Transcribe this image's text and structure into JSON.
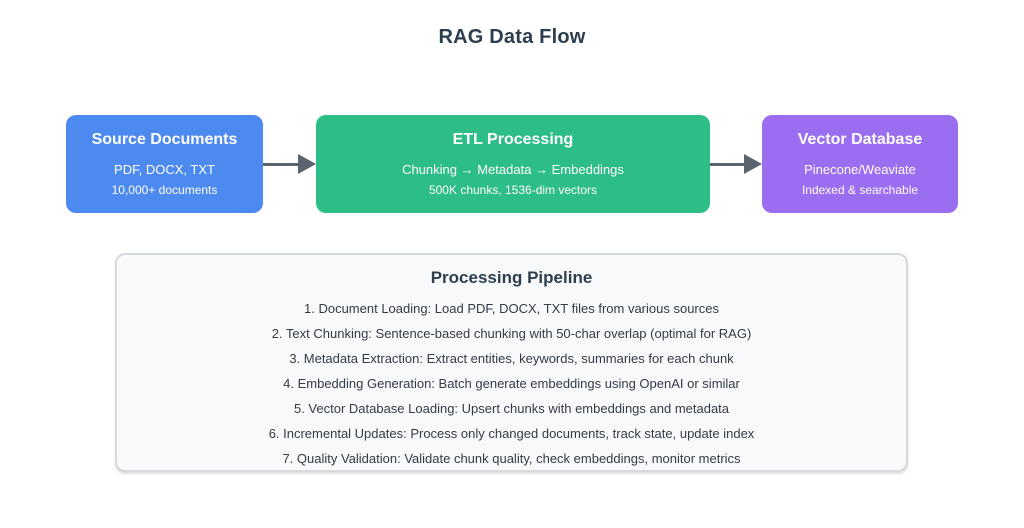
{
  "page": {
    "title": "RAG Data Flow"
  },
  "flow": {
    "arrow_color": "#5a636e",
    "nodes": [
      {
        "title": "Source Documents",
        "line1": "PDF, DOCX, TXT",
        "line2": "10,000+ documents",
        "color": "#4d8af0"
      },
      {
        "title": "ETL Processing",
        "line1": "Chunking → Metadata → Embeddings",
        "line2": "500K chunks, 1536-dim vectors",
        "color": "#2dbd87"
      },
      {
        "title": "Vector Database",
        "line1": "Pinecone/Weaviate",
        "line2": "Indexed & searchable",
        "color": "#9b6df0"
      }
    ]
  },
  "pipeline": {
    "title": "Processing Pipeline",
    "items": [
      "1. Document Loading: Load PDF, DOCX, TXT files from various sources",
      "2. Text Chunking: Sentence-based chunking with 50-char overlap (optimal for RAG)",
      "3. Metadata Extraction: Extract entities, keywords, summaries for each chunk",
      "4. Embedding Generation: Batch generate embeddings using OpenAI or similar",
      "5. Vector Database Loading: Upsert chunks with embeddings and metadata",
      "6. Incremental Updates: Process only changed documents, track state, update index",
      "7. Quality Validation: Validate chunk quality, check embeddings, monitor metrics"
    ]
  }
}
